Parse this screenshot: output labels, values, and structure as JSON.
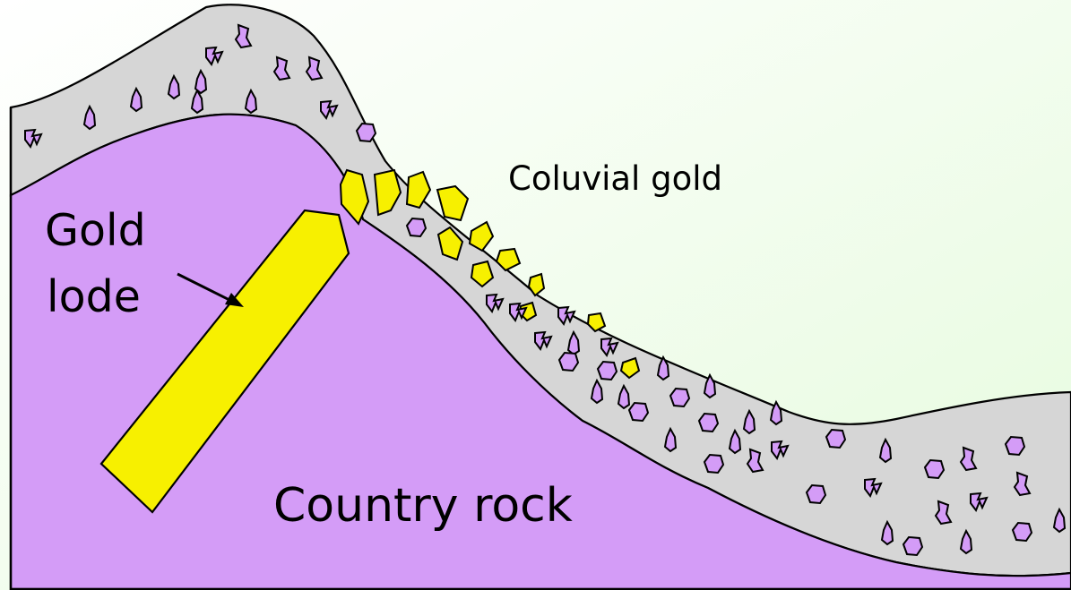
{
  "labels": {
    "gold_lode_line1": "Gold",
    "gold_lode_line2": "lode",
    "coluvial_gold": "Coluvial gold",
    "country_rock": "Country rock"
  },
  "colors": {
    "background_start": "#ffffff",
    "background_end": "#e8fbe0",
    "country_rock": "#d49cf7",
    "colluvium": "#d6d6d6",
    "gold": "#f7f000",
    "outline": "#000000"
  },
  "icons": {
    "rock_fragment": "rock-fragment-icon",
    "gold_nugget": "gold-nugget-icon"
  }
}
